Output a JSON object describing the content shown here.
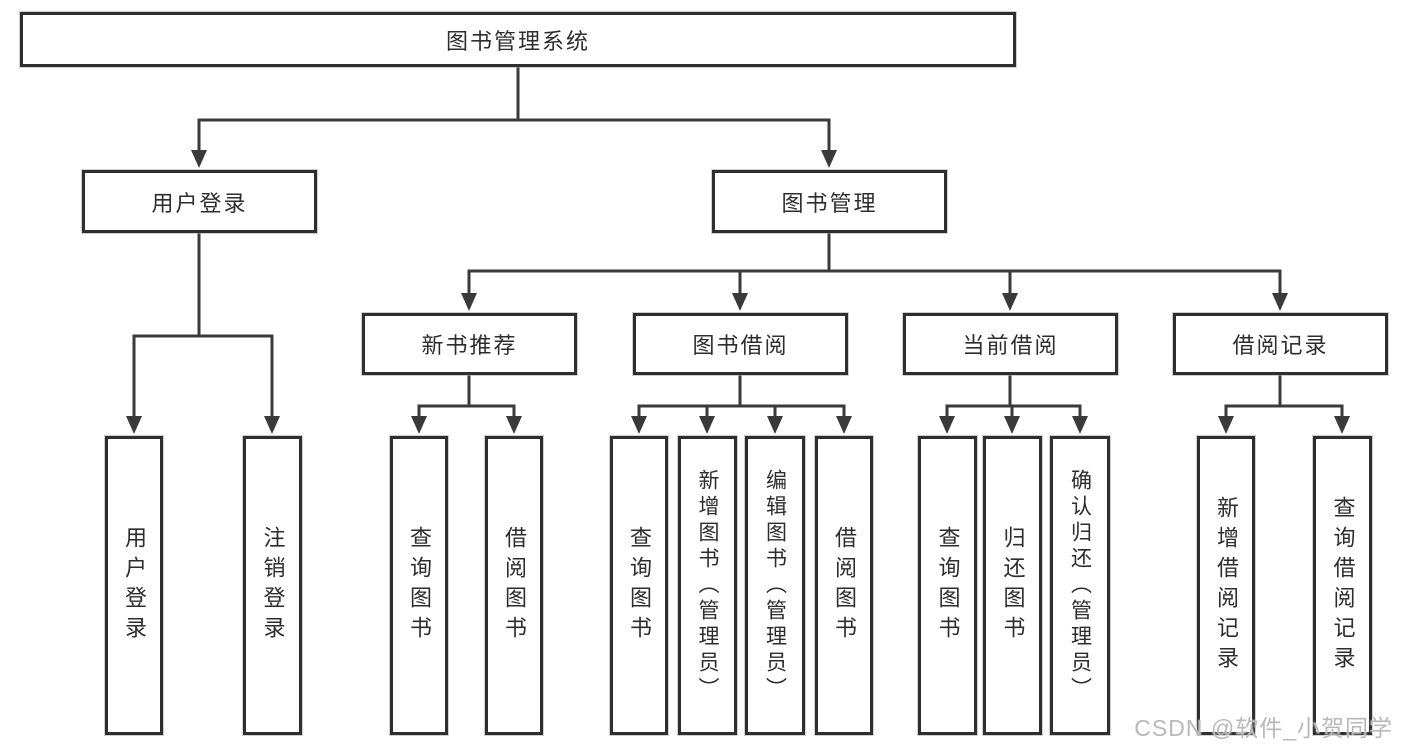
{
  "tree": {
    "label": "图书管理系统",
    "children": [
      {
        "label": "用户登录",
        "children": [
          {
            "label": "用户登录"
          },
          {
            "label": "注销登录"
          }
        ]
      },
      {
        "label": "图书管理",
        "children": [
          {
            "label": "新书推荐",
            "children": [
              {
                "label": "查询图书"
              },
              {
                "label": "借阅图书"
              }
            ]
          },
          {
            "label": "图书借阅",
            "children": [
              {
                "label": "查询图书"
              },
              {
                "label": "新增图书（管理员）"
              },
              {
                "label": "编辑图书（管理员）"
              },
              {
                "label": "借阅图书"
              }
            ]
          },
          {
            "label": "当前借阅",
            "children": [
              {
                "label": "查询图书"
              },
              {
                "label": "归还图书"
              },
              {
                "label": "确认归还（管理员）"
              }
            ]
          },
          {
            "label": "借阅记录",
            "children": [
              {
                "label": "新增借阅记录"
              },
              {
                "label": "查询借阅记录"
              }
            ]
          }
        ]
      }
    ]
  },
  "watermark": {
    "text": "CSDN @软件_小贺同学"
  },
  "colors": {
    "line": "#3a3a3a",
    "box_border": "#2e2e2e",
    "text": "#2d2d2d",
    "background": "#ffffff",
    "watermark": "#b8b8b8"
  }
}
